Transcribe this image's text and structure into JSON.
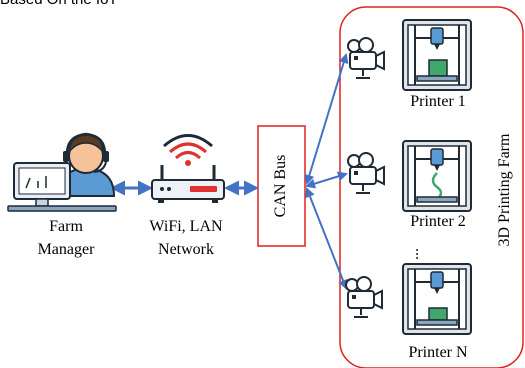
{
  "diagram": {
    "header_fragment": "Based On the IoT",
    "manager": {
      "line1": "Farm",
      "line2": "Manager"
    },
    "router": {
      "line1": "WiFi, LAN",
      "line2": "Network"
    },
    "bus": {
      "label": "CAN Bus"
    },
    "farm": {
      "label": "3D Printing Farm"
    },
    "printers": [
      {
        "label": "Printer 1"
      },
      {
        "label": "Printer 2"
      },
      {
        "label": "Printer N"
      }
    ],
    "ellipsis": "...",
    "colors": {
      "arrow": "#4472c4",
      "bus_border": "#e02020",
      "farm_border": "#e02020",
      "printer_frame": "#2b3a4a",
      "printer_head": "#5b9bd5",
      "print_object": "#3fa86a",
      "skin": "#f5c29a",
      "hair": "#5a3a22",
      "monitor": "#e8eef5",
      "signal": "#e03030"
    },
    "icons": {
      "manager": "farm-manager-icon",
      "router": "wifi-router-icon",
      "camera": "camera-icon",
      "printer": "printer-3d-icon"
    }
  }
}
